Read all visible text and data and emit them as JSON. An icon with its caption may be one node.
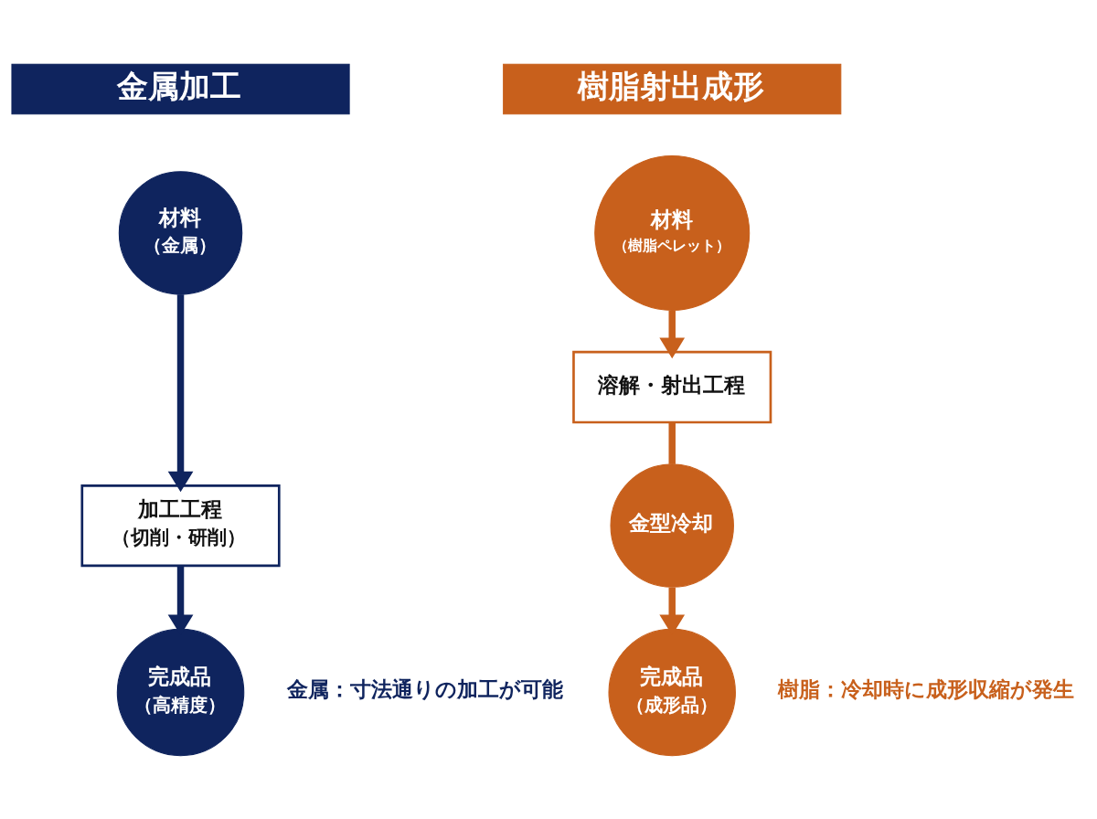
{
  "diagram": {
    "nodes": [
      {
        "text": [
          "金属加工"
        ]
      },
      {
        "text": [
          "材料",
          "（金属）"
        ]
      },
      {
        "text": [
          "加工工程",
          "（切削・研削）"
        ]
      },
      {
        "text": [
          "完成品",
          "（高精度）"
        ],
        "beside": [
          "金属：寸法通りの加工が可能"
        ]
      },
      {
        "text": [
          "樹脂射出成形"
        ]
      },
      {
        "text": [
          "材料",
          "（樹脂ペレット）"
        ]
      },
      {
        "text": [
          "溶解・射出工程"
        ]
      },
      {
        "text": [
          "金型冷却"
        ]
      },
      {
        "text": [
          "完成品",
          "（成形品）"
        ],
        "beside": [
          "樹脂：冷却時に成形収縮が発生"
        ]
      }
    ],
    "edges": [
      {
        "from": 1,
        "to": 2,
        "arrow": "to",
        "color": "#0f245e"
      },
      {
        "from": 2,
        "to": 3,
        "arrow": "to",
        "color": "#0f245e"
      },
      {
        "from": 5,
        "to": 6,
        "arrow": "to"
      },
      {
        "from": 6,
        "to": 7,
        "arrow": "none"
      },
      {
        "from": 7,
        "to": 8,
        "arrow": "to"
      }
    ]
  }
}
